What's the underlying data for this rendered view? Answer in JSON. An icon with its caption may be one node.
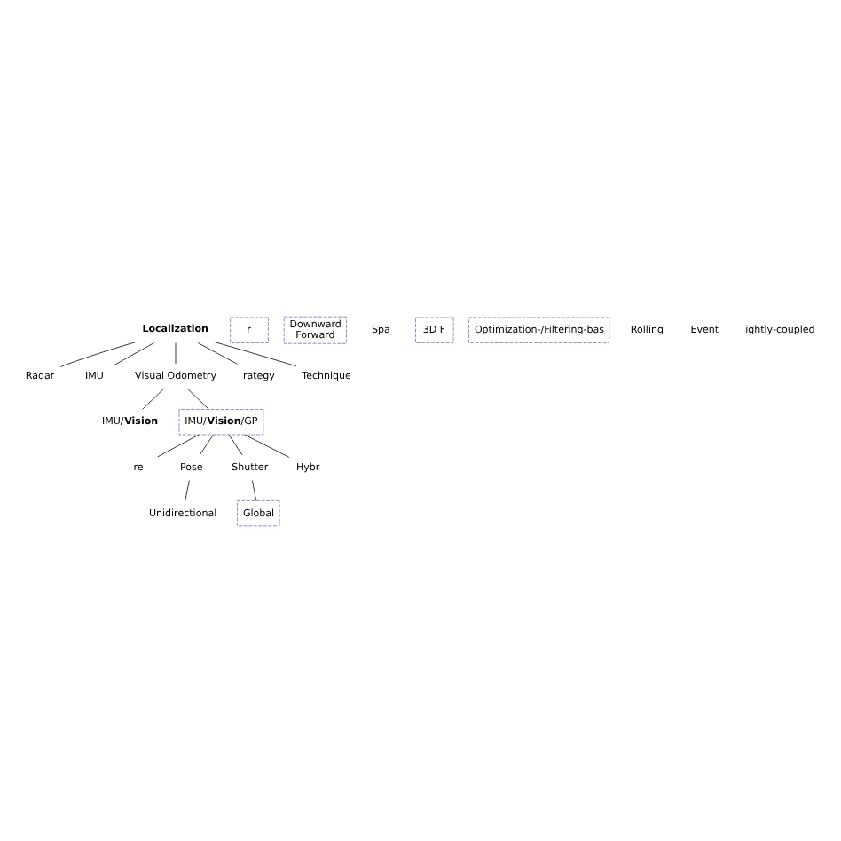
{
  "diagram": {
    "nodes": [
      {
        "text": [
          "Localization"
        ]
      },
      {
        "text": [
          "Radar"
        ]
      },
      {
        "text": [
          "IMU"
        ]
      },
      {
        "text": [
          "Visual Odometry"
        ]
      },
      {
        "text": [
          "IMU/**Vision**"
        ]
      },
      {
        "text": [
          "IMU/**Vision**/GP"
        ]
      },
      {
        "text": [
          "re"
        ]
      },
      {
        "text": [
          "Pose"
        ]
      },
      {
        "text": [
          "Shutter"
        ]
      },
      {
        "text": [
          "Hybr"
        ]
      },
      {
        "text": [
          "Unidirectional"
        ]
      },
      {
        "text": [
          "r"
        ]
      },
      {
        "text": [
          "Downward",
          "Forward"
        ]
      },
      {
        "text": [
          "Global"
        ]
      },
      {
        "text": [
          "Spa"
        ]
      },
      {
        "text": [
          "3D F"
        ]
      },
      {
        "text": [
          "rategy"
        ]
      },
      {
        "text": [
          "Technique"
        ]
      },
      {
        "text": [
          "Optimization-/Filtering-bas"
        ]
      }
    ],
    "edges": [
      {
        "from": 0,
        "to": 1,
        "arrow": "none"
      },
      {
        "from": 0,
        "to": 2,
        "arrow": "none"
      },
      {
        "from": 0,
        "to": 3,
        "arrow": "none"
      },
      {
        "from": 3,
        "to": 4,
        "arrow": "none"
      },
      {
        "from": 3,
        "to": 5,
        "arrow": "none"
      },
      {
        "from": 5,
        "to": 6,
        "arrow": "none"
      },
      {
        "from": 5,
        "to": 7,
        "arrow": "none"
      },
      {
        "from": 5,
        "to": 8,
        "arrow": "none"
      },
      {
        "from": 5,
        "to": 9,
        "arrow": "none"
      },
      {
        "from": 7,
        "to": 10,
        "arrow": "none"
      },
      {
        "from": 8,
        "to": 13,
        "arrow": "none"
      },
      {
        "from": 0,
        "to": 16,
        "arrow": "none"
      },
      {
        "from": 0,
        "to": 17,
        "arrow": "none"
      }
    ],
    "labels": [
      "Rolling",
      "Event",
      "ightly-coupled"
    ]
  }
}
